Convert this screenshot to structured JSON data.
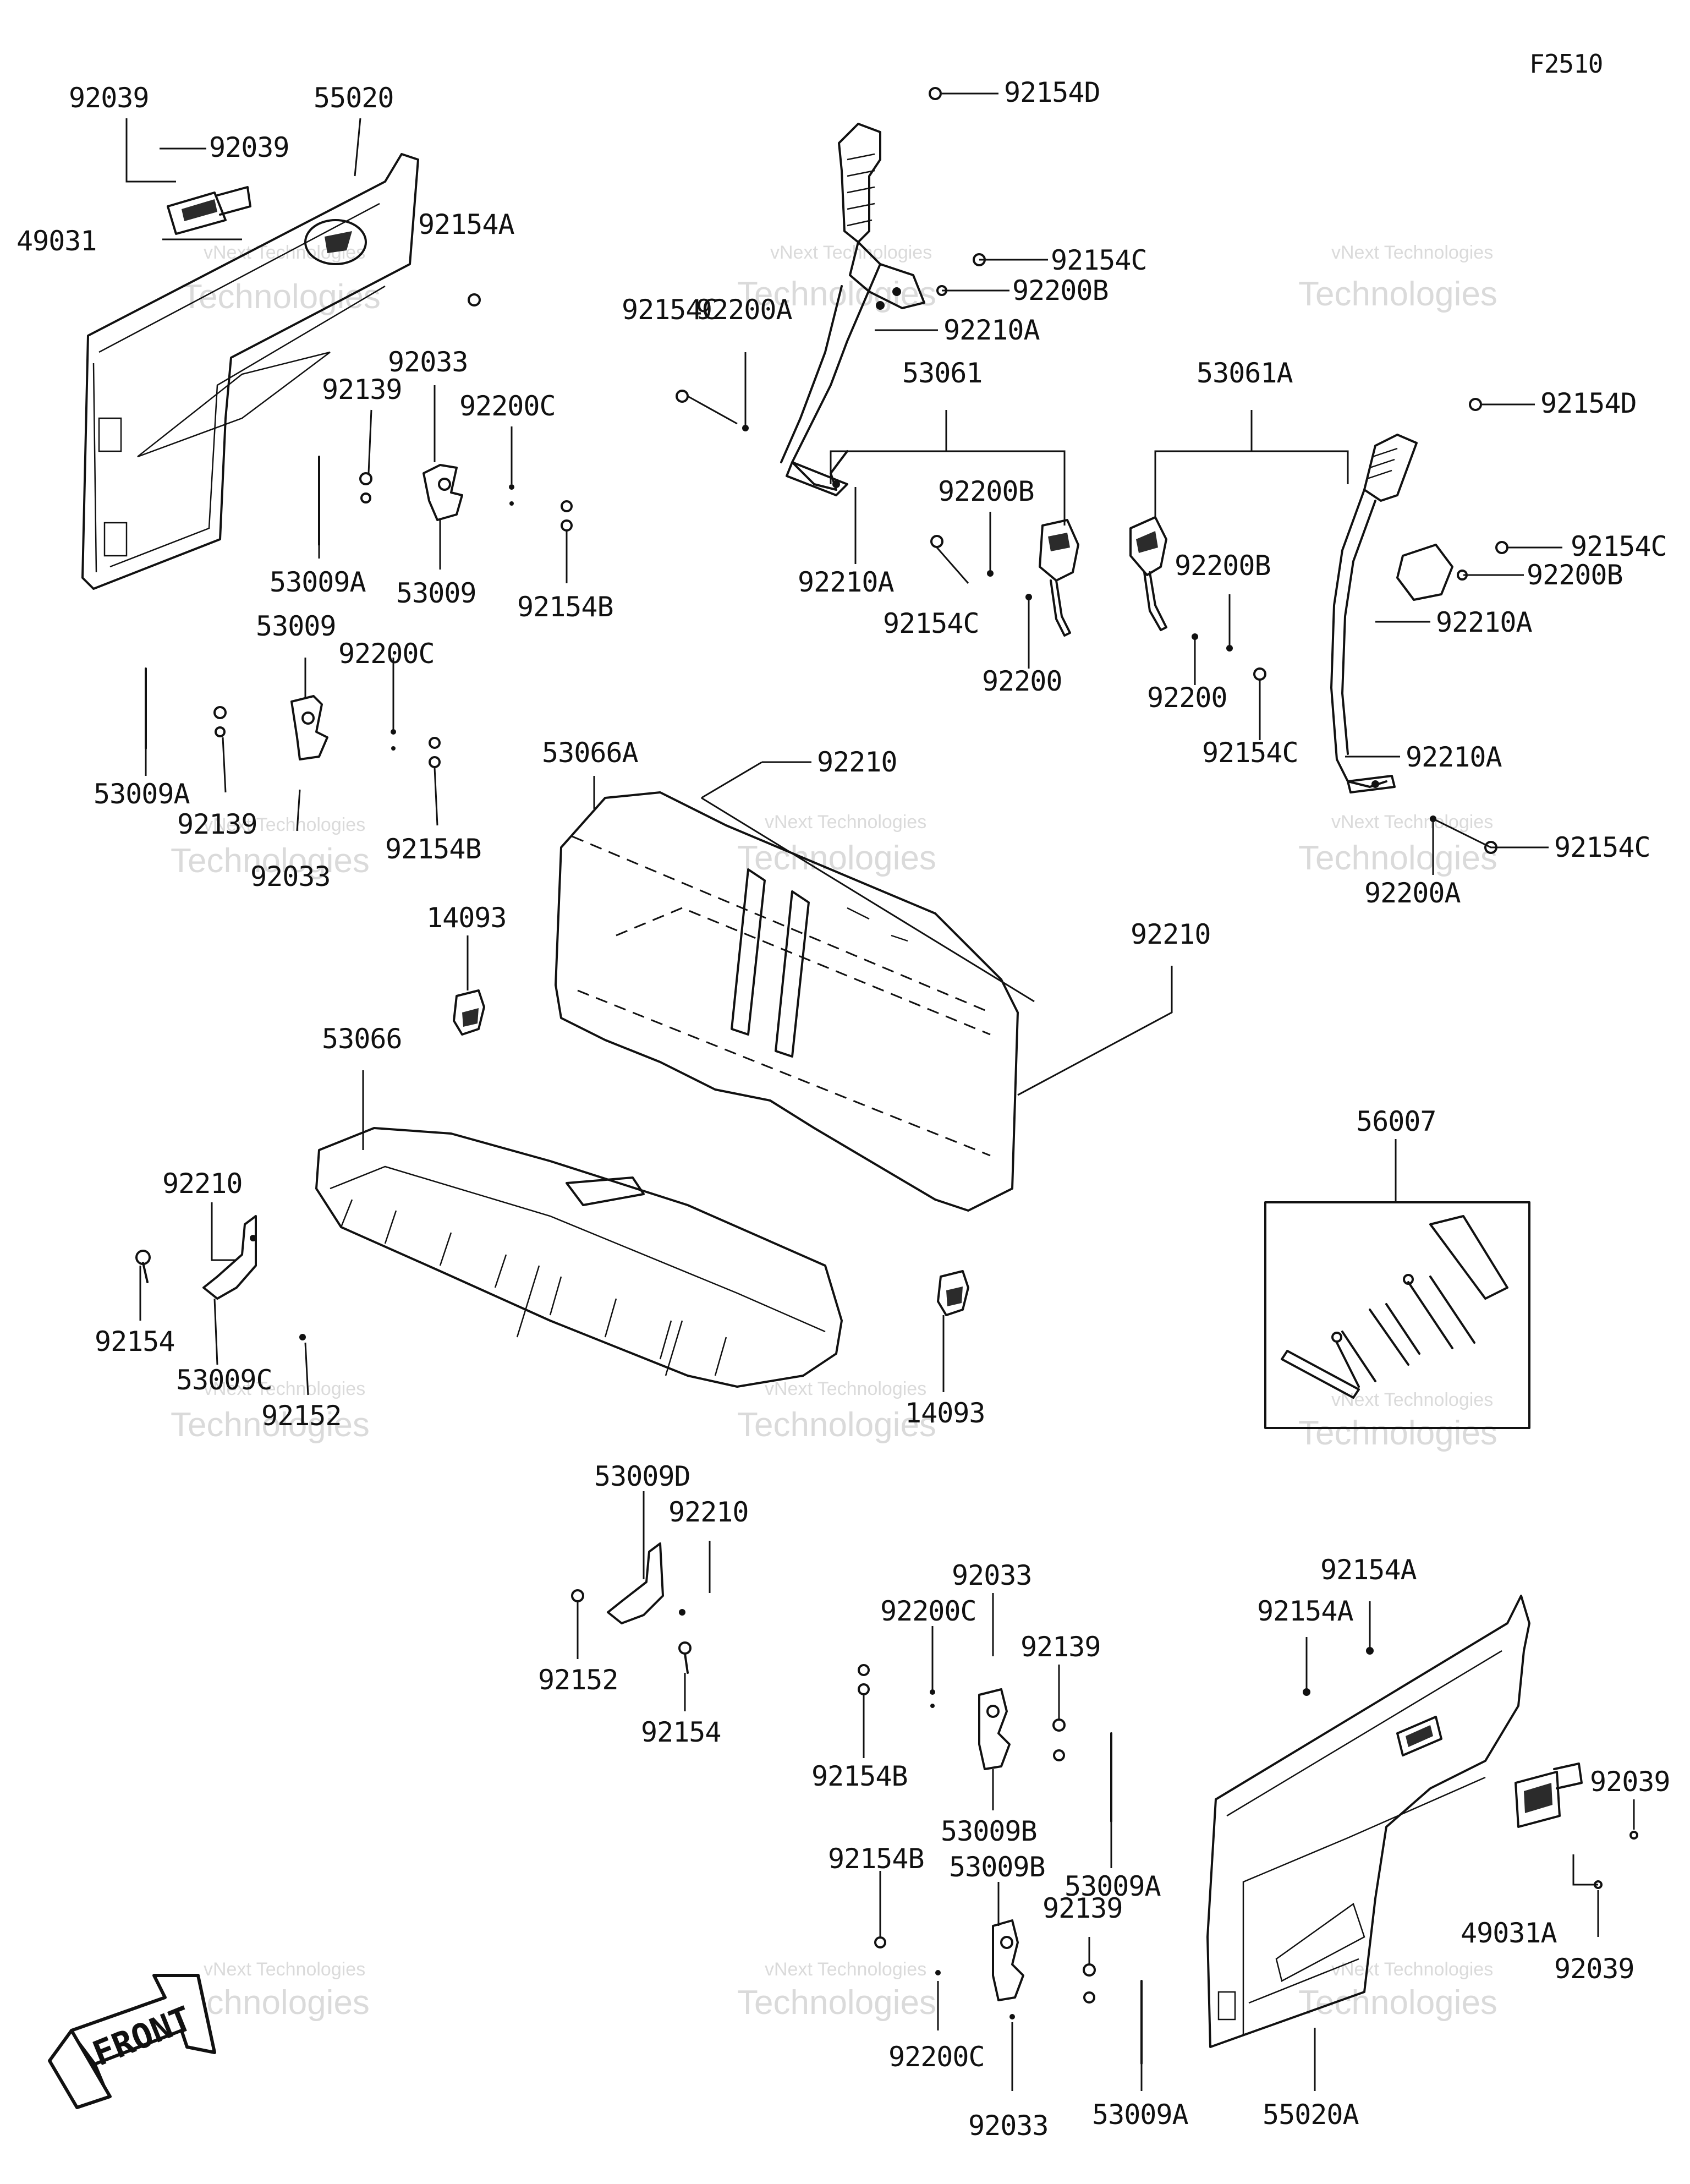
{
  "figure_code": "F2510",
  "watermark": {
    "line1": "vNext Technologies",
    "line2": "Technologies",
    "line3": "vNext"
  },
  "front_label": "FRONT",
  "callouts": {
    "p92154D_top": "92154D",
    "p92039_a": "92039",
    "p55020": "55020",
    "p92039_b": "92039",
    "p49031": "49031",
    "p92154A_top": "92154A",
    "p92154C_a": "92154C",
    "p92200B_a": "92200B",
    "p92210A_a": "92210A",
    "p92154C_b": "92154C",
    "p92200A_a": "92200A",
    "p53061": "53061",
    "p53061A": "53061A",
    "p92154D_right": "92154D",
    "p92033_a": "92033",
    "p92139_a": "92139",
    "p92200C_a": "92200C",
    "p92200B_b": "92200B",
    "p92154C_c": "92154C",
    "p92200B_c": "92200B",
    "p53009A_a": "53009A",
    "p53009_a": "53009",
    "p92154B_a": "92154B",
    "p92210A_b": "92210A",
    "p92154C_d": "92154C",
    "p92200B_d": "92200B",
    "p92210A_c": "92210A",
    "p92200_a": "92200",
    "p92200_b": "92200",
    "p92154C_e": "92154C",
    "p53009_b": "53009",
    "p92200C_b": "92200C",
    "p53009A_b": "53009A",
    "p92139_b": "92139",
    "p92033_b": "92033",
    "p92154B_b": "92154B",
    "p53066A": "53066A",
    "p92210_a": "92210",
    "p92210A_d": "92210A",
    "p92154C_f": "92154C",
    "p92200A_b": "92200A",
    "p14093_a": "14093",
    "p92210_b": "92210",
    "p53066": "53066",
    "p56007": "56007",
    "p92210_c": "92210",
    "p92154_a": "92154",
    "p53009C": "53009C",
    "p92152_a": "92152",
    "p14093_b": "14093",
    "p53009D": "53009D",
    "p92210_d": "92210",
    "p92152_b": "92152",
    "p92154_b": "92154",
    "p92033_c": "92033",
    "p92200C_c": "92200C",
    "p92139_c": "92139",
    "p92154A_a": "92154A",
    "p92154A_b": "92154A",
    "p92154B_c": "92154B",
    "p53009B_a": "53009B",
    "p53009A_c": "53009A",
    "p92039_c": "92039",
    "p92154B_d": "92154B",
    "p53009B_b": "53009B",
    "p92139_d": "92139",
    "p49031A": "49031A",
    "p92039_d": "92039",
    "p92200C_d": "92200C",
    "p92033_d": "92033",
    "p53009A_d": "53009A",
    "p55020A": "55020A"
  }
}
